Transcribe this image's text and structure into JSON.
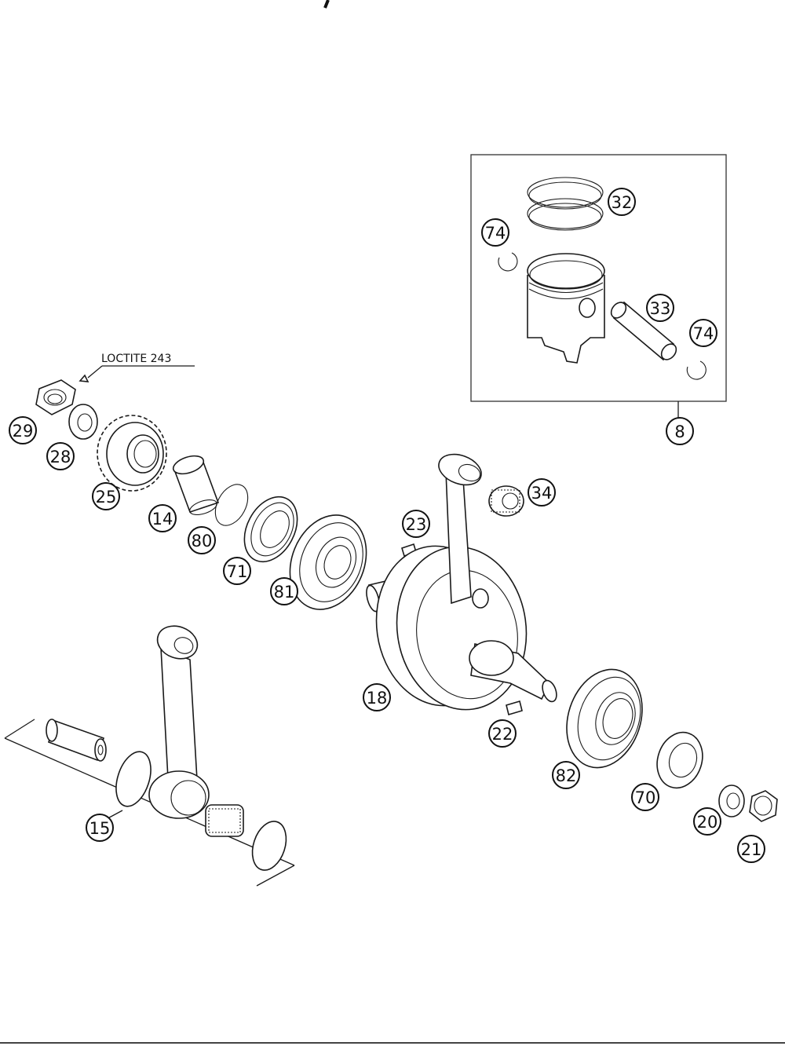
{
  "note": {
    "text": "LOCTITE 243"
  },
  "callouts": [
    {
      "id": "32"
    },
    {
      "id": "74"
    },
    {
      "id": "33"
    },
    {
      "id": "74"
    },
    {
      "id": "8"
    },
    {
      "id": "29"
    },
    {
      "id": "28"
    },
    {
      "id": "25"
    },
    {
      "id": "14"
    },
    {
      "id": "80"
    },
    {
      "id": "71"
    },
    {
      "id": "81"
    },
    {
      "id": "23"
    },
    {
      "id": "34"
    },
    {
      "id": "18"
    },
    {
      "id": "22"
    },
    {
      "id": "82"
    },
    {
      "id": "70"
    },
    {
      "id": "20"
    },
    {
      "id": "21"
    },
    {
      "id": "15"
    }
  ]
}
